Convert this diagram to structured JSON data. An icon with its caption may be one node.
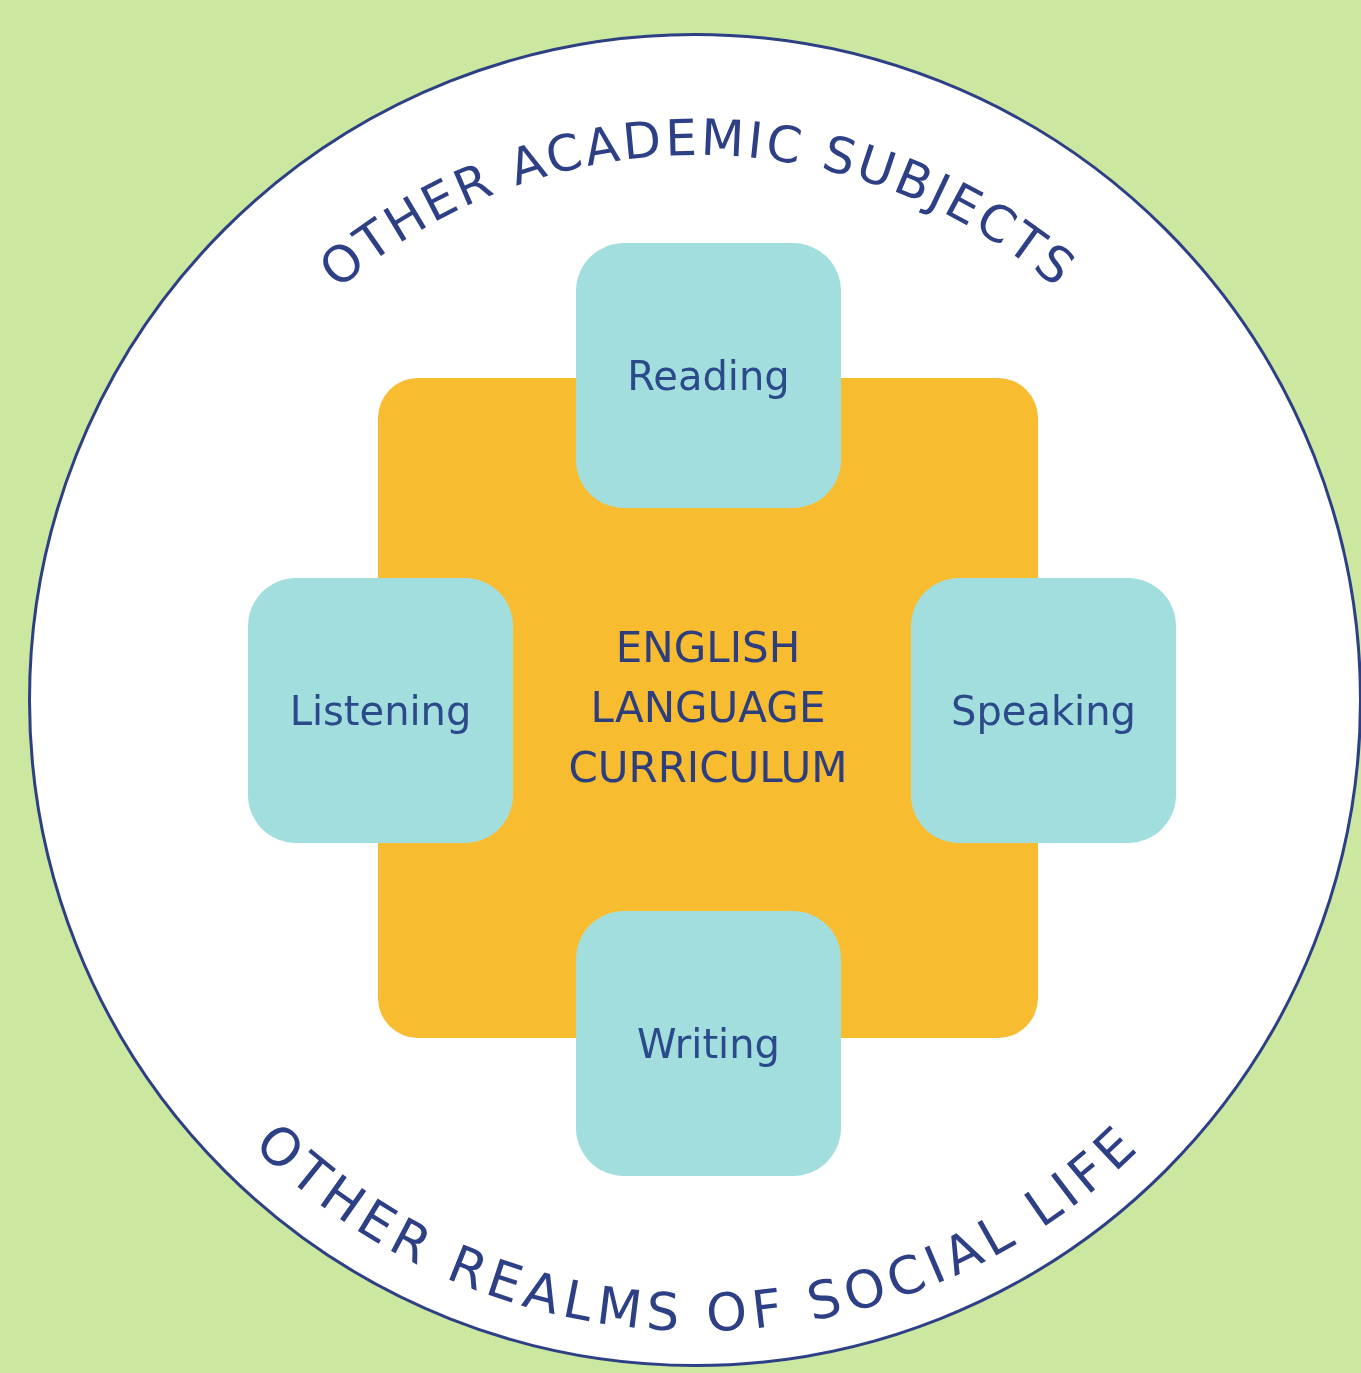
{
  "diagram": {
    "nodes": [
      {
        "text": [
          "OTHER ACADEMIC SUBJECTS",
          "OTHER REALMS OF SOCIAL LIFE"
        ]
      },
      {
        "text": [
          "Reading"
        ],
        "in": 0
      },
      {
        "text": [
          "Listening"
        ],
        "in": 0
      },
      {
        "text": [
          "ENGLISH LANGUAGE CURRICULUM"
        ],
        "in": 0
      },
      {
        "text": [
          "Speaking"
        ],
        "in": 0
      },
      {
        "text": [
          "Writing"
        ],
        "in": 0
      }
    ]
  }
}
